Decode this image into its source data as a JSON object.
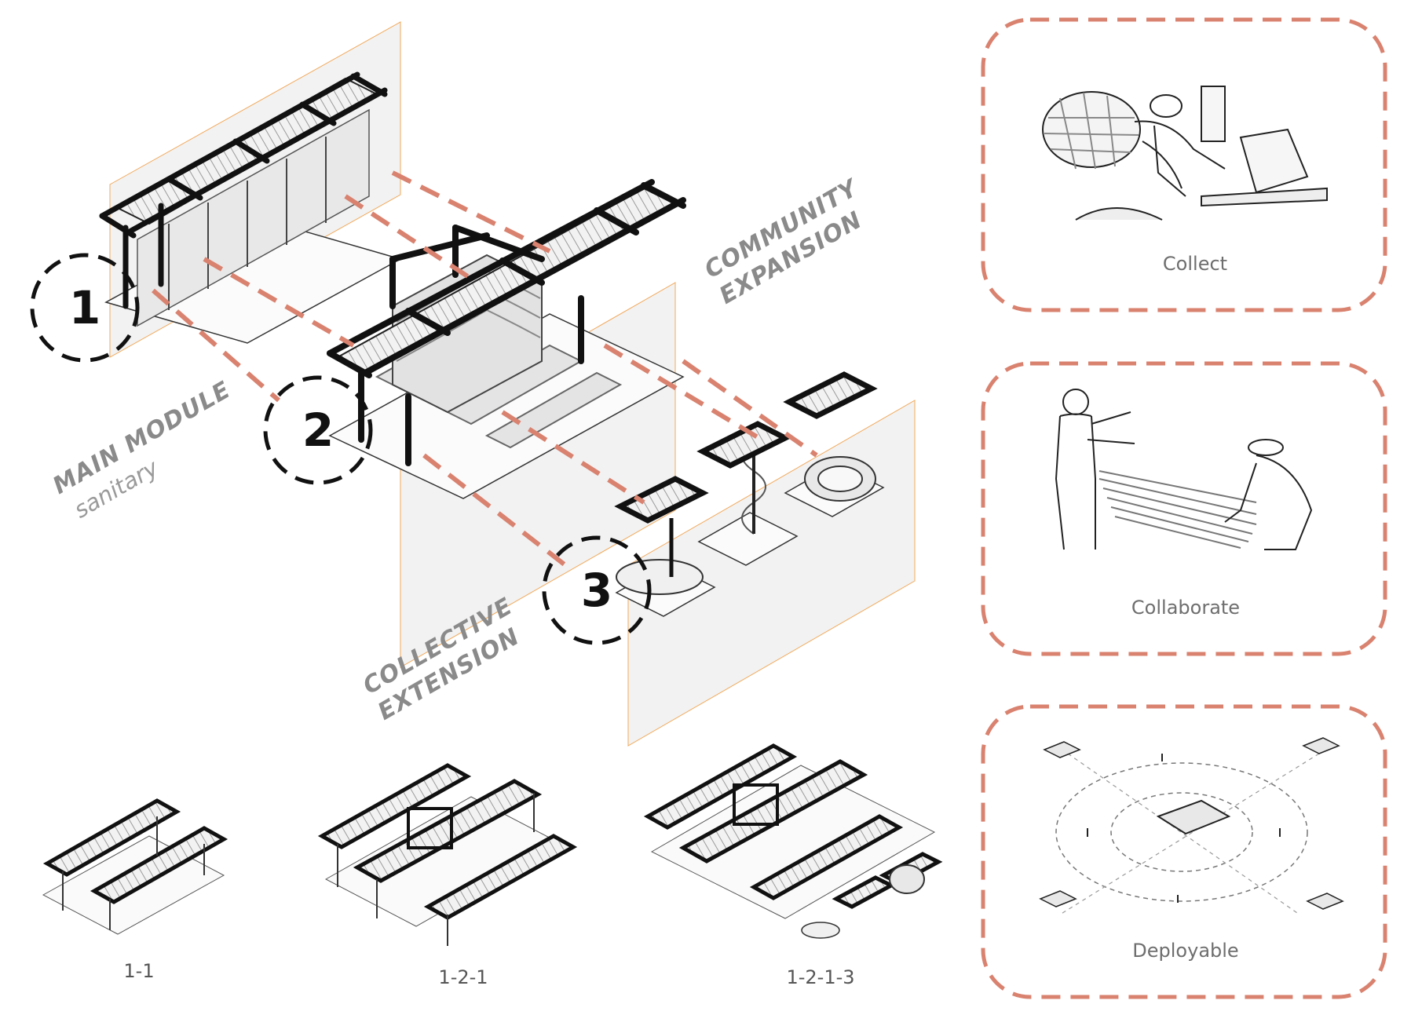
{
  "modules": [
    {
      "number": "1",
      "title_lines": [
        "MAIN MODULE"
      ],
      "subtitle": "sanitary"
    },
    {
      "number": "2",
      "title_lines": [
        "COMMUNITY",
        "EXPANSION"
      ],
      "subtitle": ""
    },
    {
      "number": "3",
      "title_lines": [
        "COLLECTIVE",
        "EXTENSION"
      ],
      "subtitle": ""
    }
  ],
  "combinations": [
    "1-1",
    "1-2-1",
    "1-2-1-3"
  ],
  "panels": [
    {
      "caption": "Collect",
      "icon": "basket-weaver-figure-icon"
    },
    {
      "caption": "Collaborate",
      "icon": "bamboo-bundle-figures-icon"
    },
    {
      "caption": "Deployable",
      "icon": "site-deployment-plan-icon"
    }
  ],
  "colors": {
    "dashed_accent": "#d9826f",
    "circle_stroke": "#111111",
    "frame": "#111111",
    "plane": "#eeeeee",
    "grid_marker": "#f0a04a",
    "label_gray": "#8a8a8a"
  }
}
